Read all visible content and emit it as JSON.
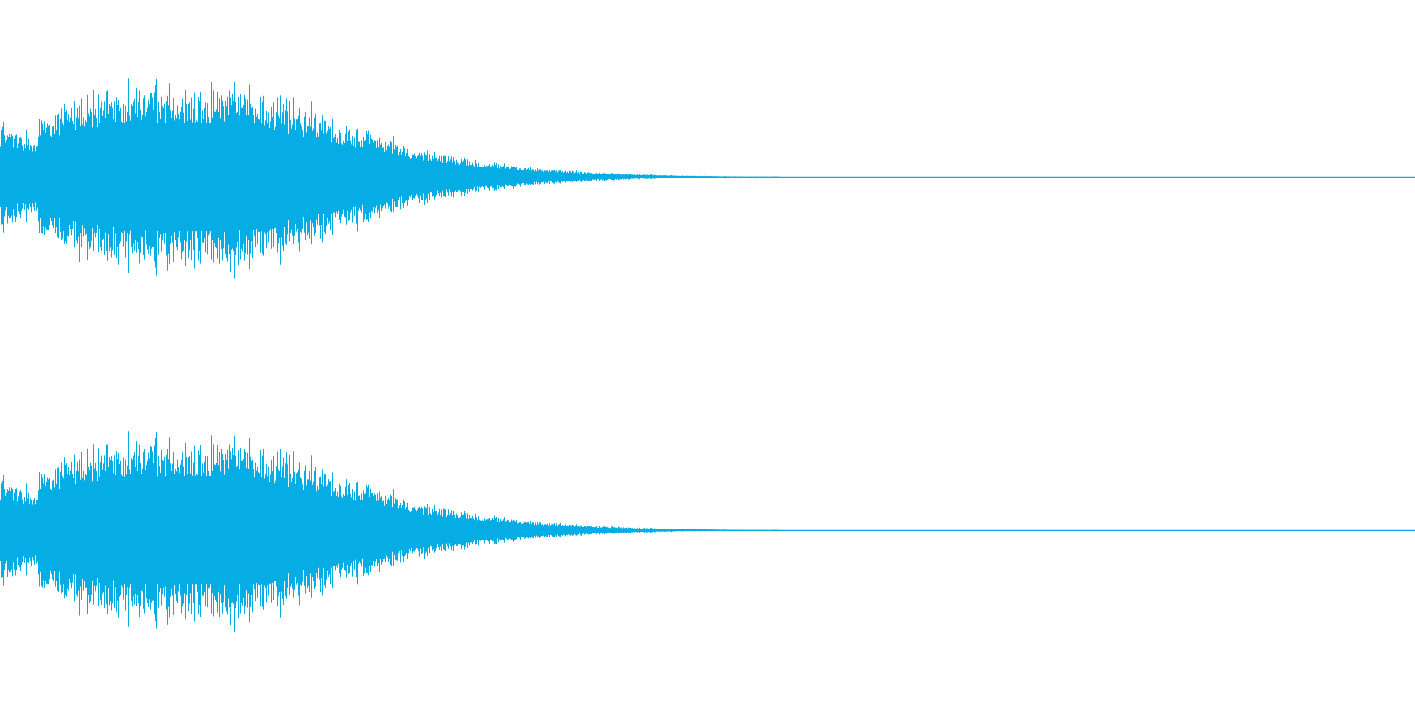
{
  "chart_data": {
    "type": "area",
    "title": "",
    "xlabel": "",
    "ylabel": "",
    "grid": false,
    "legend": "none",
    "ylim": [
      -1,
      1
    ],
    "xlim": [
      0,
      1
    ],
    "color": "#05ade4",
    "series": [
      {
        "channel": 1,
        "envelope": {
          "x": [
            0.0,
            0.025,
            0.029,
            0.06,
            0.1,
            0.14,
            0.18,
            0.2,
            0.24,
            0.27,
            0.3,
            0.34,
            0.38,
            0.42,
            0.46,
            0.48,
            0.5,
            0.51,
            0.52,
            1.0
          ],
          "amplitude": [
            0.48,
            0.38,
            0.6,
            0.73,
            0.85,
            0.86,
            0.84,
            0.7,
            0.52,
            0.38,
            0.24,
            0.15,
            0.08,
            0.04,
            0.02,
            0.012,
            0.008,
            0.006,
            0.004,
            0.004
          ]
        }
      },
      {
        "channel": 2,
        "envelope": {
          "x": [
            0.0,
            0.025,
            0.029,
            0.06,
            0.1,
            0.14,
            0.18,
            0.2,
            0.24,
            0.27,
            0.3,
            0.34,
            0.38,
            0.42,
            0.46,
            0.48,
            0.5,
            0.51,
            0.52,
            1.0
          ],
          "amplitude": [
            0.48,
            0.38,
            0.6,
            0.73,
            0.85,
            0.86,
            0.84,
            0.7,
            0.52,
            0.38,
            0.24,
            0.15,
            0.08,
            0.04,
            0.02,
            0.012,
            0.008,
            0.006,
            0.004,
            0.004
          ]
        }
      }
    ]
  }
}
